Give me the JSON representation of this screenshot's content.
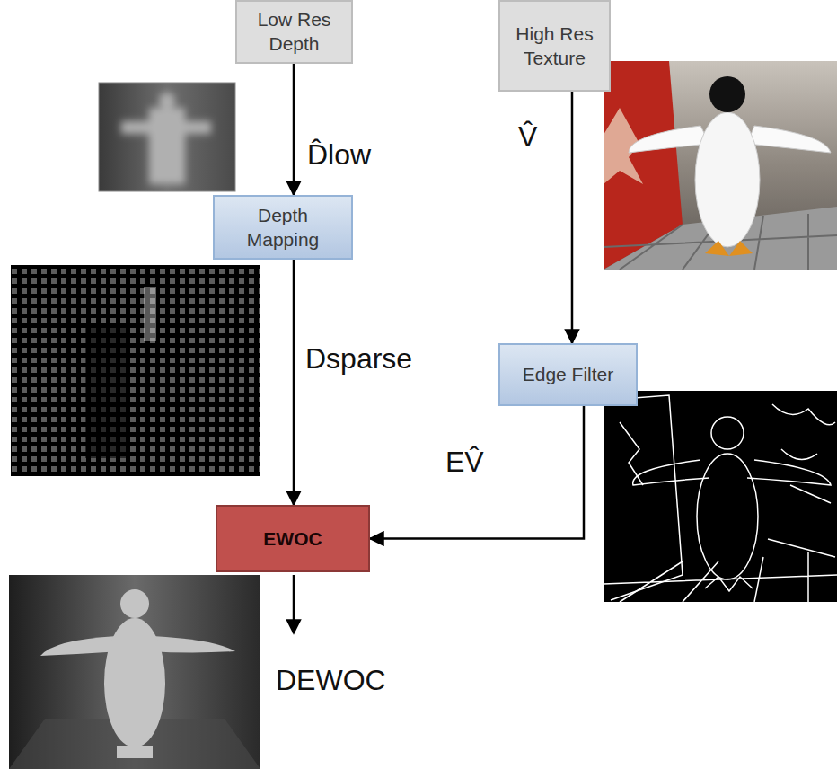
{
  "diagram": {
    "nodes": [
      {
        "text": [
          "Low Res Depth"
        ]
      },
      {
        "text": [
          "High Res Texture"
        ]
      },
      {
        "text": [
          "Depth Mapping"
        ]
      },
      {
        "text": [
          "Edge Filter"
        ]
      },
      {
        "text": [
          "EWOC"
        ]
      }
    ],
    "edges": [
      {
        "from": 0,
        "to": 2,
        "arrow": "to",
        "label": "D̂low"
      },
      {
        "from": 1,
        "to": 3,
        "arrow": "to",
        "label": "V̂"
      },
      {
        "from": 2,
        "to": 4,
        "arrow": "to",
        "label": "Dsparse"
      },
      {
        "from": 3,
        "to": 4,
        "arrow": "to",
        "label": "EV̂"
      }
    ],
    "labels": [
      "DEWOC"
    ]
  }
}
